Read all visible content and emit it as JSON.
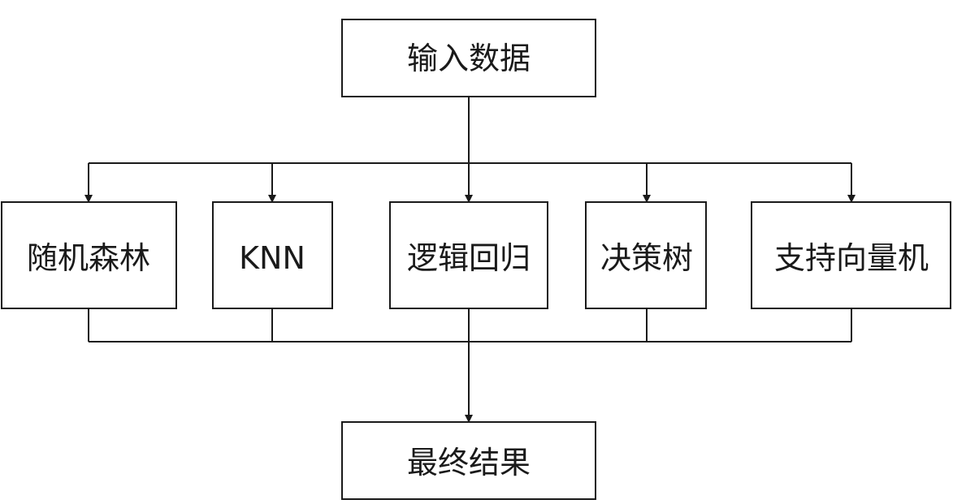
{
  "input": {
    "label": "输入数据"
  },
  "models": [
    {
      "id": "random-forest",
      "label": "随机森林"
    },
    {
      "id": "knn",
      "label": "KNN"
    },
    {
      "id": "logistic-regression",
      "label": "逻辑回归"
    },
    {
      "id": "decision-tree",
      "label": "决策树"
    },
    {
      "id": "svm",
      "label": "支持向量机"
    }
  ],
  "output": {
    "label": "最终结果"
  },
  "colors": {
    "stroke": "#1a1a1a",
    "fill": "#ffffff",
    "text": "#1a1a1a"
  }
}
